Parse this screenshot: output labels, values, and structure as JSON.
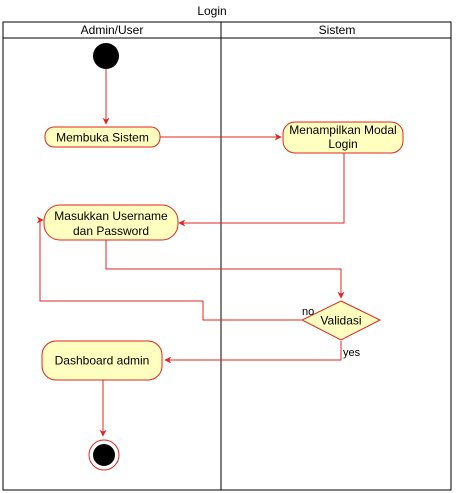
{
  "diagram": {
    "title": "Login",
    "lanes": [
      {
        "label": "Admin/User"
      },
      {
        "label": "Sistem"
      }
    ],
    "nodes": {
      "buka": {
        "lines": [
          "Membuka Sistem"
        ]
      },
      "modal": {
        "lines": [
          "Menampilkan Modal",
          "Login"
        ]
      },
      "masukkan": {
        "lines": [
          "Masukkan Username",
          "dan Password"
        ]
      },
      "validasi": {
        "lines": [
          "Validasi"
        ]
      },
      "dashboard": {
        "lines": [
          "Dashboard admin"
        ]
      }
    },
    "edges": {
      "no_label": "no",
      "yes_label": "yes"
    },
    "colors": {
      "node_fill": "#ffffc0",
      "stroke": "#e0261f",
      "frame": "#000000"
    }
  }
}
